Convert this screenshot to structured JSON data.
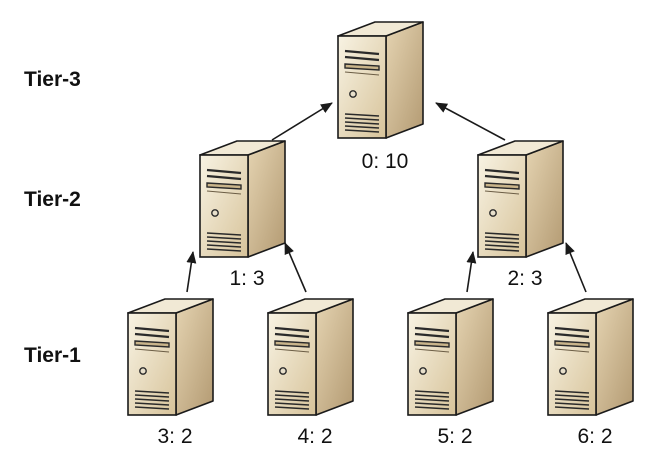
{
  "tiers": [
    {
      "label": "Tier-3"
    },
    {
      "label": "Tier-2"
    },
    {
      "label": "Tier-1"
    }
  ],
  "nodes": [
    {
      "id": 0,
      "label": "0: 10",
      "tier": 3,
      "icon": "server-icon"
    },
    {
      "id": 1,
      "label": "1: 3",
      "tier": 2,
      "icon": "server-icon"
    },
    {
      "id": 2,
      "label": "2: 3",
      "tier": 2,
      "icon": "server-icon"
    },
    {
      "id": 3,
      "label": "3: 2",
      "tier": 1,
      "icon": "server-icon"
    },
    {
      "id": 4,
      "label": "4: 2",
      "tier": 1,
      "icon": "server-icon"
    },
    {
      "id": 5,
      "label": "5: 2",
      "tier": 1,
      "icon": "server-icon"
    },
    {
      "id": 6,
      "label": "6: 2",
      "tier": 1,
      "icon": "server-icon"
    }
  ],
  "edges": [
    {
      "from": 1,
      "to": 0
    },
    {
      "from": 2,
      "to": 0
    },
    {
      "from": 3,
      "to": 1
    },
    {
      "from": 4,
      "to": 1
    },
    {
      "from": 5,
      "to": 2
    },
    {
      "from": 6,
      "to": 2
    }
  ],
  "colors": {
    "front_light": "#f8f3e3",
    "front_dark": "#d7c39a",
    "side_light": "#e5d4b2",
    "side_dark": "#b39a72",
    "top": "#f1e9d5",
    "outline": "#1a1a1a"
  }
}
